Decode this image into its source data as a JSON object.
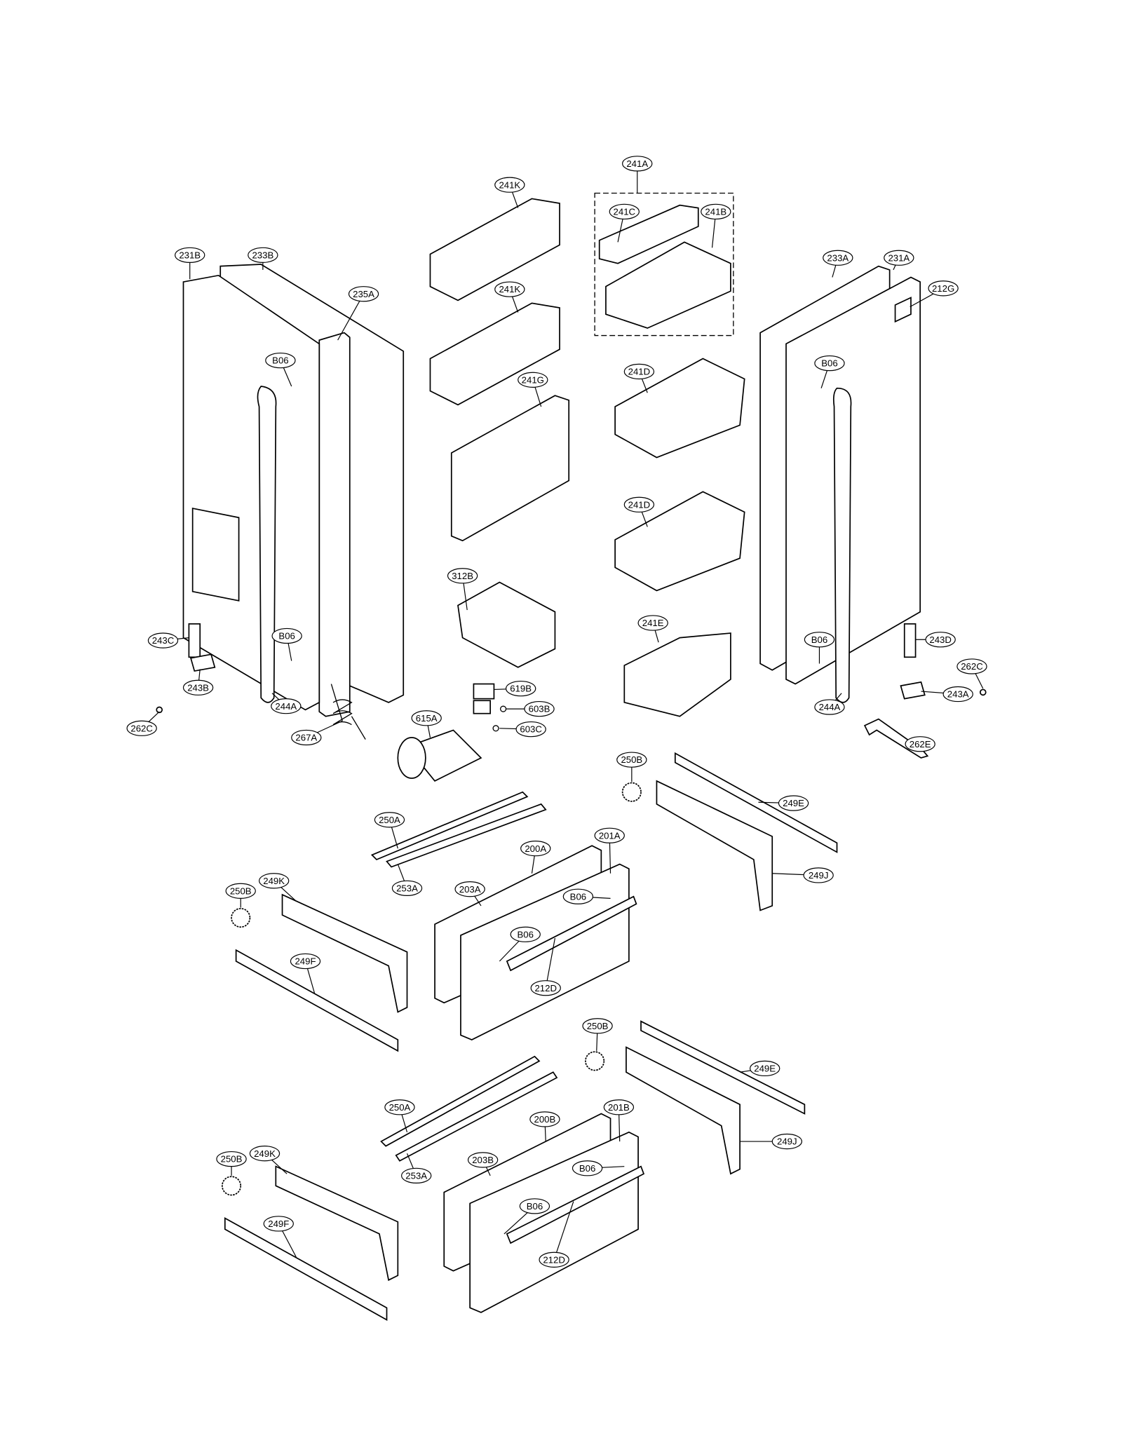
{
  "diagram": {
    "type": "exploded-parts-diagram",
    "line_color": "#000000",
    "background": "#ffffff",
    "callouts": [
      "241A",
      "241K",
      "241C",
      "241B",
      "231B",
      "233B",
      "233A",
      "231A",
      "212G",
      "241K",
      "235A",
      "B06",
      "B06",
      "241D",
      "241G",
      "241D",
      "312B",
      "241E",
      "243C",
      "B06",
      "B06",
      "243D",
      "262C",
      "619B",
      "243B",
      "244A",
      "244A",
      "243A",
      "603B",
      "603C",
      "262C",
      "615A",
      "262E",
      "267A",
      "250B",
      "249E",
      "250A",
      "200A",
      "201A",
      "249J",
      "253A",
      "203A",
      "249K",
      "250B",
      "B06",
      "249F",
      "B06",
      "212D",
      "250B",
      "249E",
      "250A",
      "200B",
      "201B",
      "249J",
      "203B",
      "B06",
      "250B",
      "249K",
      "253A",
      "B06",
      "249F",
      "212D"
    ]
  }
}
